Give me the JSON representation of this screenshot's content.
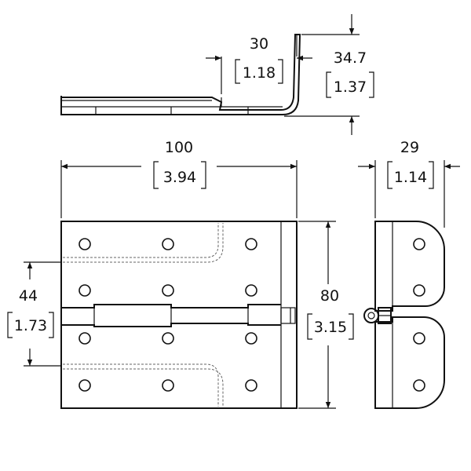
{
  "dimensions": {
    "top_width": {
      "mm": "30",
      "inch": "1.18"
    },
    "top_height": {
      "mm": "34.7",
      "inch": "1.37"
    },
    "width": {
      "mm": "100",
      "inch": "3.94"
    },
    "side_width": {
      "mm": "29",
      "inch": "1.14"
    },
    "hole_spacing": {
      "mm": "44",
      "inch": "1.73"
    },
    "height": {
      "mm": "80",
      "inch": "3.15"
    }
  }
}
